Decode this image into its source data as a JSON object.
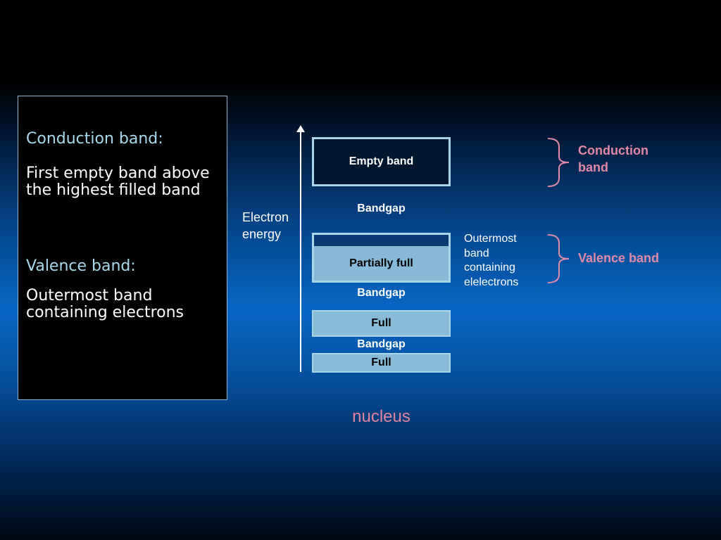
{
  "definitions": {
    "conduction_heading": "Conduction band:",
    "conduction_text": "First empty band above the highest filled band",
    "valence_heading": "Valence band:",
    "valence_text": "Outermost band containing electrons"
  },
  "diagram": {
    "axis_label": "Electron\nenergy",
    "bands": {
      "empty": "Empty band",
      "partial": "Partially full",
      "full_upper": "Full",
      "full_lower": "Full"
    },
    "gaps": [
      "Bandgap",
      "Bandgap",
      "Bandgap"
    ],
    "side_note": "Outermost band containing elelectrons",
    "conduction_label": "Conduction\nband",
    "valence_label": "Valence band",
    "nucleus_label": "nucleus"
  },
  "colors": {
    "heading": "#a9d9ec",
    "band_fill": "#88bbd8",
    "band_border": "#a9d5e8",
    "brace": "#e08aa8",
    "nucleus": "#e0849f"
  }
}
